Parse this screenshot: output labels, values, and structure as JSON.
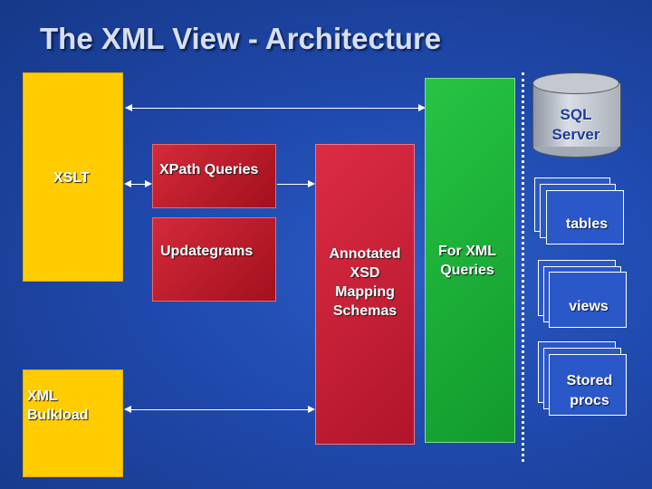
{
  "title": "The XML View - Architecture",
  "boxes": {
    "xslt": "XSLT",
    "bulkload": "XML Bulkload",
    "xpath": "XPath Queries",
    "updategrams": "Updategrams",
    "xsd_mapping": "Annotated XSD Mapping Schemas",
    "for_xml": "For XML Queries"
  },
  "server": {
    "label": "SQL Server",
    "objects": [
      "tables",
      "views",
      "Stored procs"
    ]
  },
  "colors": {
    "background": "#1f49ad",
    "client_box": "#ffcc00",
    "mid_box": "#c01c2c",
    "for_xml_box": "#22b03c",
    "server_card": "#2a58c8"
  }
}
